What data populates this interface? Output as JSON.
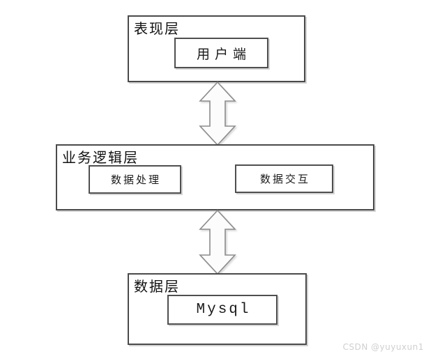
{
  "diagram": {
    "layers": [
      {
        "id": "presentation",
        "label": "表现层",
        "nodes": [
          {
            "label": "用户端"
          }
        ]
      },
      {
        "id": "business",
        "label": "业务逻辑层",
        "nodes": [
          {
            "label": "数据处理"
          },
          {
            "label": "数据交互"
          }
        ]
      },
      {
        "id": "data",
        "label": "数据层",
        "nodes": [
          {
            "label": "Mysql"
          }
        ]
      }
    ],
    "connectors": [
      {
        "type": "double-arrow",
        "from": "presentation",
        "to": "business"
      },
      {
        "type": "double-arrow",
        "from": "business",
        "to": "data"
      }
    ],
    "colors": {
      "box_border": "#4a4a4a",
      "box_shadow": "#d2d2d2",
      "arrow_fill": "#fcfcfc",
      "arrow_stroke": "#8c8c8c",
      "text": "#111111",
      "background": "#ffffff"
    }
  },
  "watermark": {
    "text": "CSDN @yuyuxun1",
    "color": "#cfcfcf"
  }
}
